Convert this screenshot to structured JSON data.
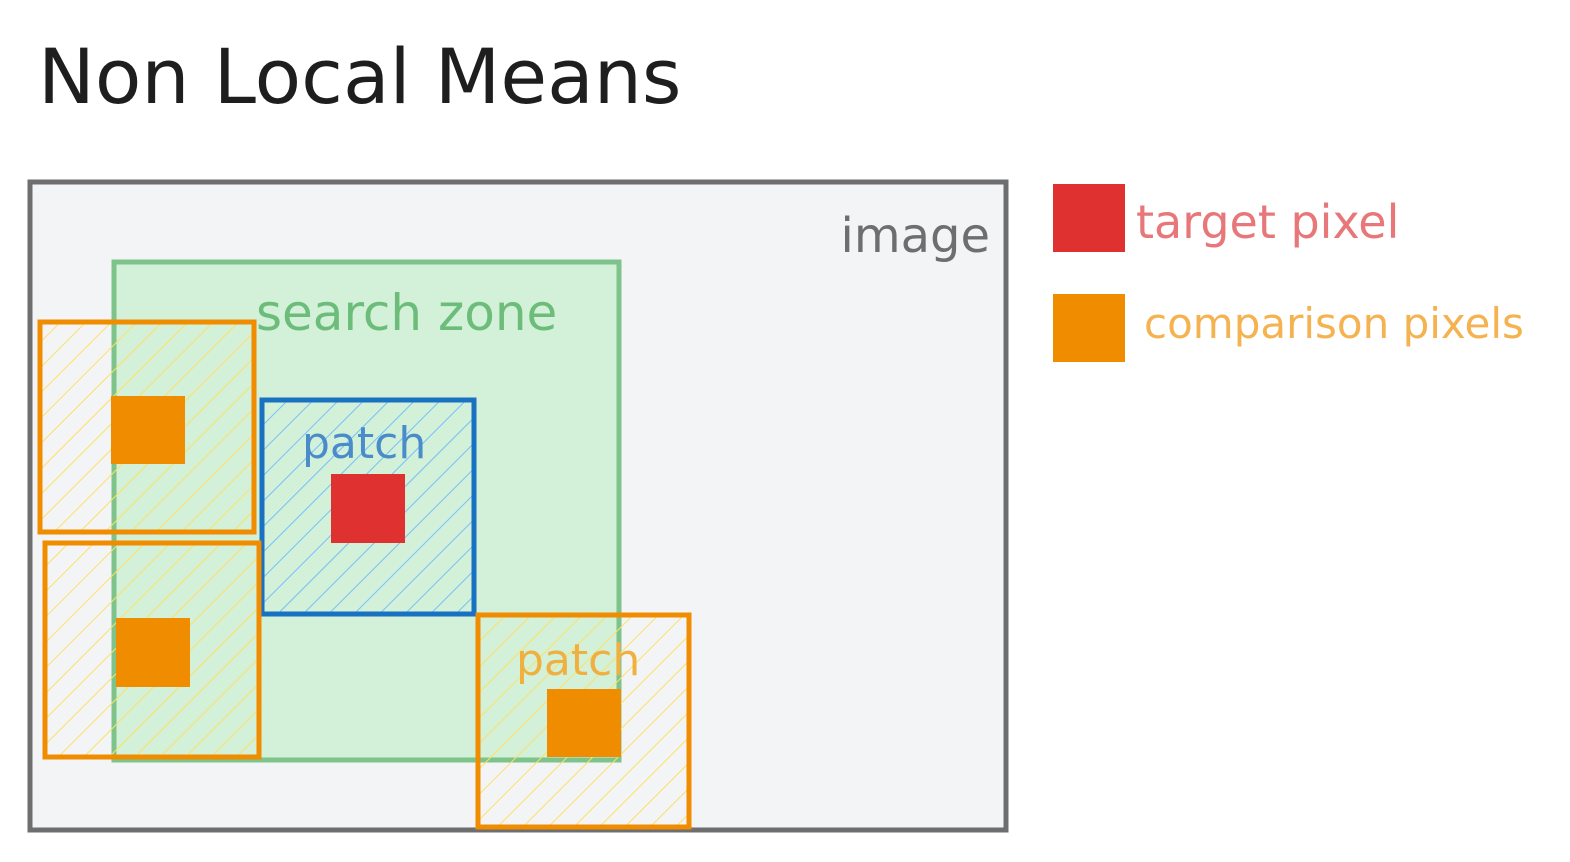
{
  "title": "Non Local Means",
  "labels": {
    "image": "image",
    "search_zone": "search zone",
    "patch_target": "patch",
    "patch_comparison": "patch"
  },
  "legend": [
    {
      "label": "target pixel",
      "swatch_color": "#e03131",
      "text_color": "#e8777a"
    },
    {
      "label": "comparison pixels",
      "swatch_color": "#f08c00",
      "text_color": "#f4b350"
    }
  ],
  "colors": {
    "image_fill": "#f3f4f6",
    "image_stroke": "#6e6e6e",
    "search_fill": "#d3f0d8",
    "search_stroke": "#7ec48a",
    "search_text": "#6cbd7a",
    "target_patch_stroke": "#1971c2",
    "target_patch_hatch": "#74c0fc",
    "target_patch_text": "#4a8cc9",
    "comparison_patch_stroke": "#f08c00",
    "comparison_patch_hatch": "#ffe066",
    "comparison_patch_text": "#f0b040",
    "target_pixel": "#e03131",
    "comparison_pixel": "#f08c00"
  }
}
